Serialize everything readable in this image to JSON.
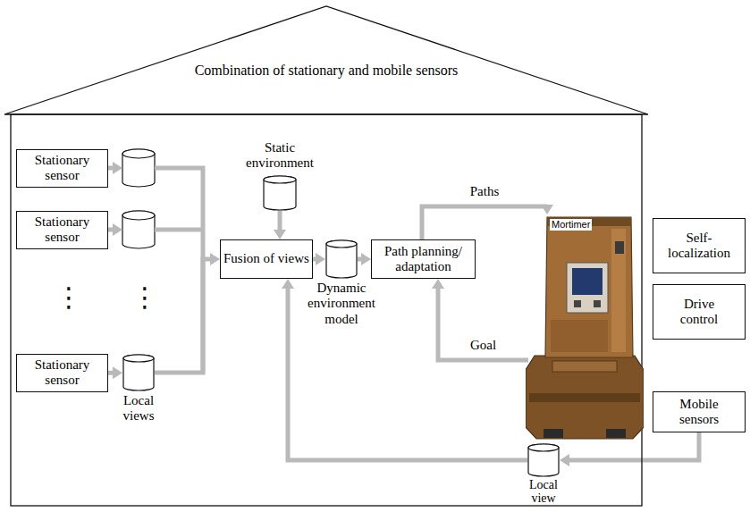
{
  "diagram": {
    "nodes": [
      {
        "text": [
          "Combination of stationary and mobile sensors"
        ]
      },
      {
        "text": [
          "Stationary sensor"
        ],
        "in": 0
      },
      {
        "text": [
          "Stationary sensor"
        ],
        "in": 0
      },
      {
        "text": [
          "Stationary sensor"
        ],
        "in": 0
      },
      {
        "text": [
          "Local views"
        ],
        "in": 0
      },
      {
        "text": [
          "Static environment"
        ],
        "in": 0
      },
      {
        "text": [
          "Fusion of views"
        ],
        "in": 0
      },
      {
        "text": [
          "Dynamic environment model"
        ],
        "in": 0
      },
      {
        "text": [
          "Path planning/ adaptation"
        ],
        "in": 0
      },
      {
        "text": [
          "Mortimer"
        ]
      },
      {
        "text": [
          "Self-localization"
        ]
      },
      {
        "text": [
          "Drive control"
        ]
      },
      {
        "text": [
          "Mobile sensors"
        ]
      },
      {
        "text": [
          "Local view"
        ],
        "in": 0
      }
    ],
    "edges": [
      {
        "from": 3,
        "to": 4,
        "arrow": "to"
      },
      {
        "from": 4,
        "to": 6,
        "arrow": "to"
      },
      {
        "from": 5,
        "to": 6,
        "arrow": "to"
      },
      {
        "from": 6,
        "to": 7,
        "arrow": "to"
      },
      {
        "from": 7,
        "to": 8,
        "arrow": "to"
      },
      {
        "from": 8,
        "to": 9,
        "label": "Paths",
        "arrow": "to"
      },
      {
        "from": 9,
        "to": 8,
        "label": "Goal",
        "arrow": "to"
      },
      {
        "from": 12,
        "to": 13,
        "arrow": "to"
      },
      {
        "from": 13,
        "to": 6,
        "arrow": "to"
      }
    ],
    "labels": [
      "⋮",
      "⋮"
    ]
  }
}
